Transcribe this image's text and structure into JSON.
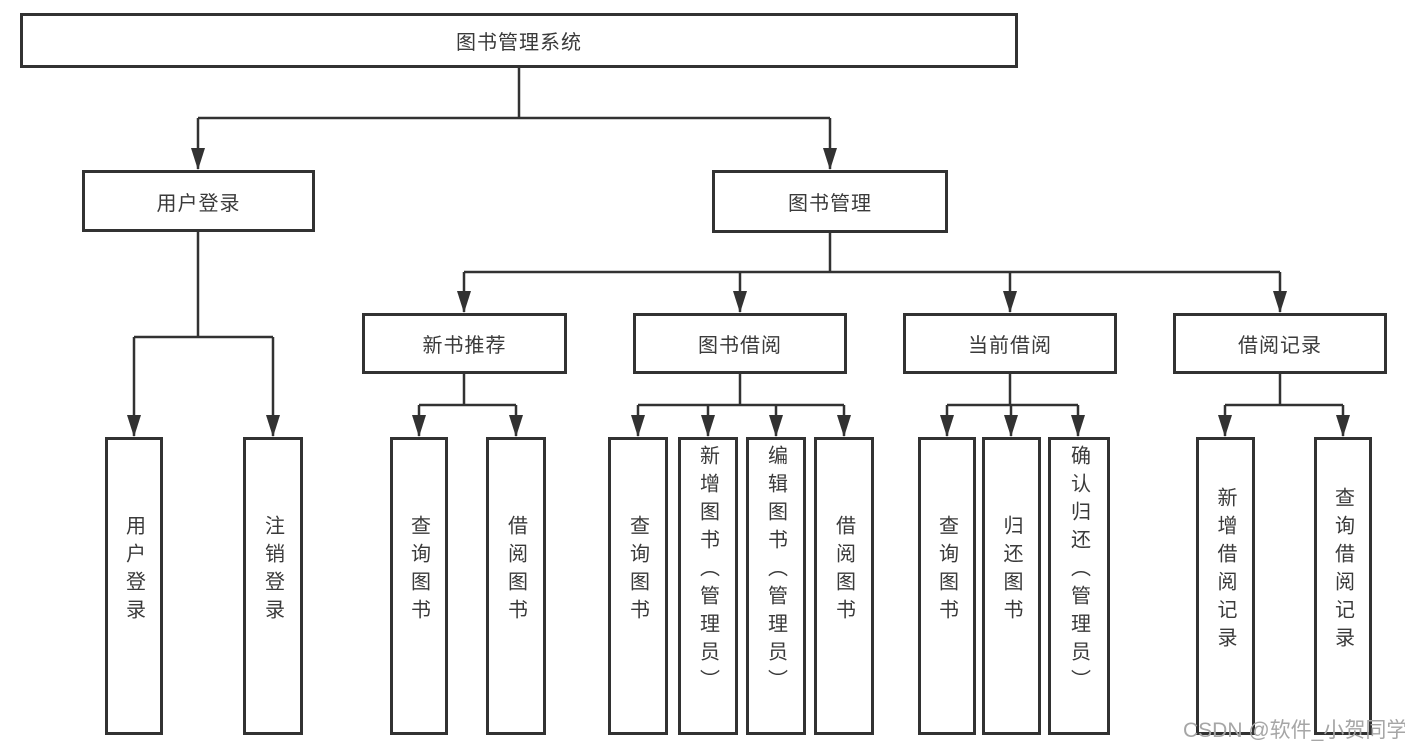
{
  "tree": {
    "root": "图书管理系统",
    "branches": [
      {
        "label": "用户登录",
        "children": [
          "用户登录",
          "注销登录"
        ]
      },
      {
        "label": "图书管理",
        "groups": [
          {
            "label": "新书推荐",
            "children": [
              "查询图书",
              "借阅图书"
            ]
          },
          {
            "label": "图书借阅",
            "children": [
              "查询图书",
              "新增图书（管理员）",
              "编辑图书（管理员）",
              "借阅图书"
            ]
          },
          {
            "label": "当前借阅",
            "children": [
              "查询图书",
              "归还图书",
              "确认归还（管理员）"
            ]
          },
          {
            "label": "借阅记录",
            "children": [
              "新增借阅记录",
              "查询借阅记录"
            ]
          }
        ]
      }
    ]
  },
  "watermark": {
    "text": "CSDN @软件_小贺同学"
  },
  "colors": {
    "line": "#323232",
    "text": "#3a3a3a",
    "watermark": "#a6a6a6",
    "background": "#ffffff"
  }
}
